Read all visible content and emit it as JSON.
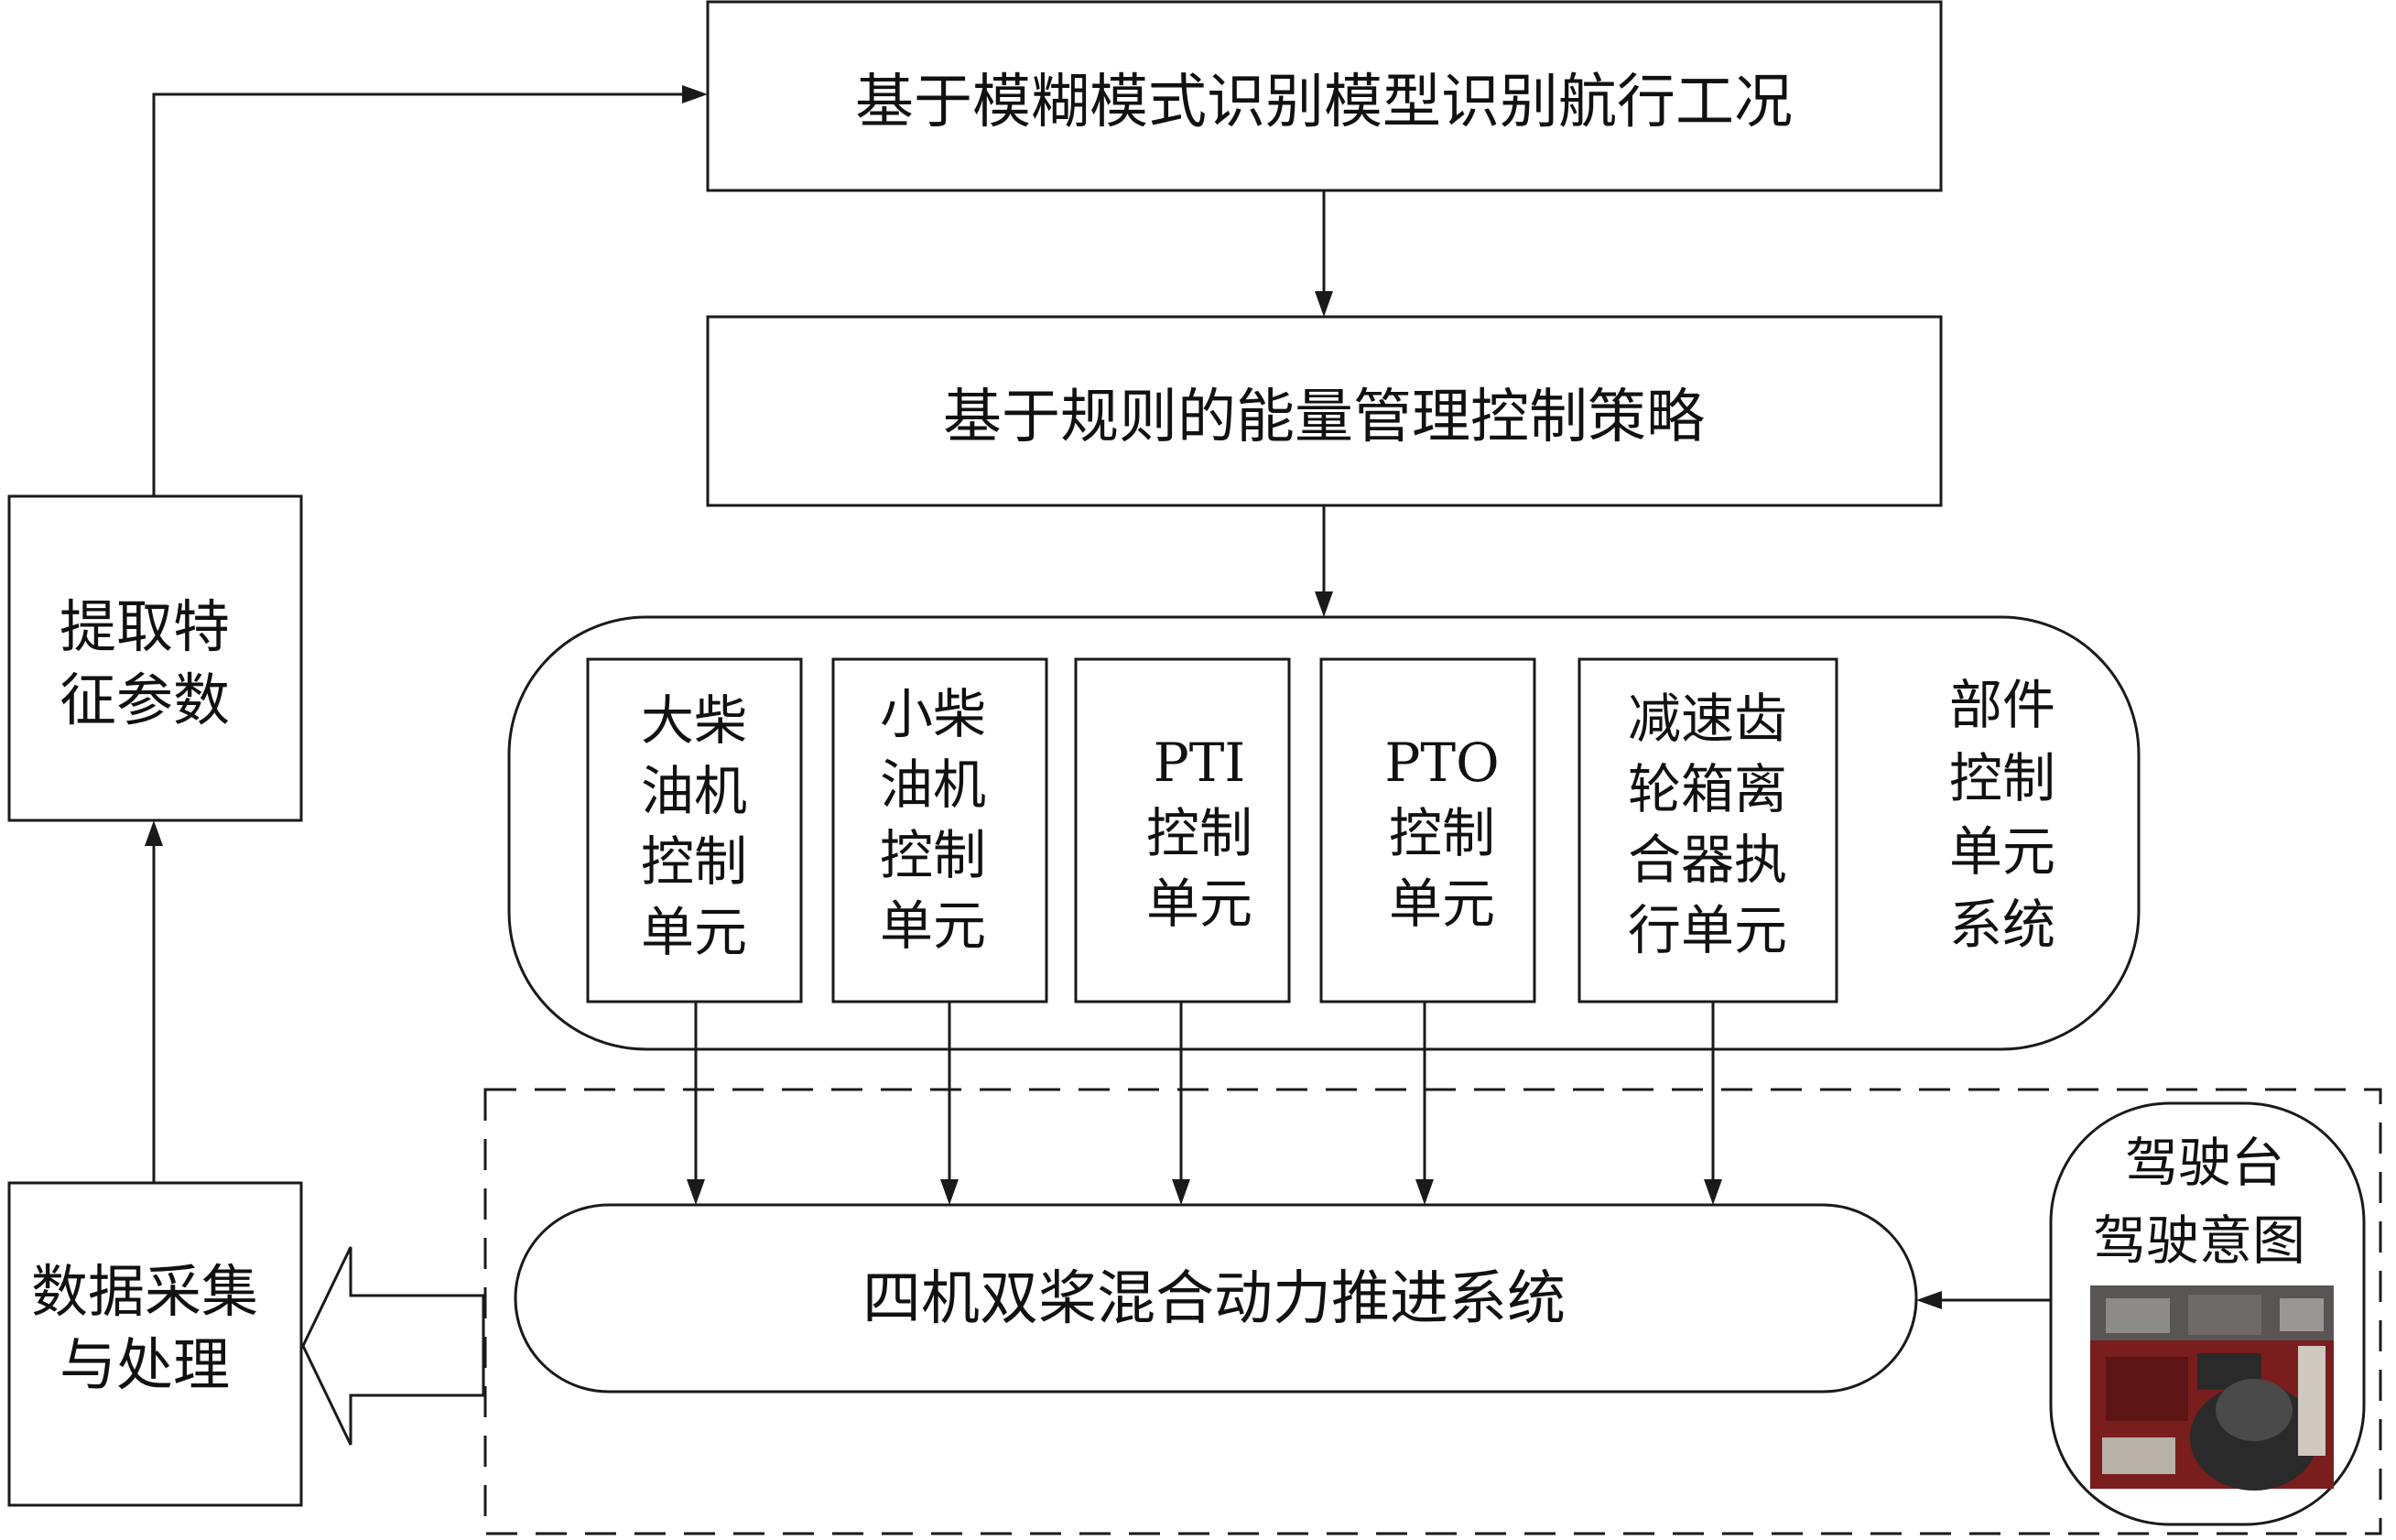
{
  "nodes": {
    "recognition": "基于模糊模式识别模型识别航行工况",
    "strategy": "基于规则的能量管理控制策略",
    "extract": [
      "提取特",
      "征参数"
    ],
    "acquisition": [
      "数据采集",
      "与处理"
    ],
    "component_system": [
      "部件",
      "控制",
      "单元",
      "系统"
    ],
    "unit_big_diesel": [
      "大柴",
      "油机",
      "控制",
      "单元"
    ],
    "unit_small_diesel": [
      "小柴",
      "油机",
      "控制",
      "单元"
    ],
    "unit_pti": [
      "PTI",
      "控制",
      "单元"
    ],
    "unit_pto": [
      "PTO",
      "控制",
      "单元"
    ],
    "unit_gearbox": [
      "减速齿",
      "轮箱离",
      "合器执",
      "行单元"
    ],
    "propulsion": "四机双桨混合动力推进系统",
    "bridge": [
      "驾驶台",
      "驾驶意图"
    ]
  },
  "colors": {
    "stroke": "#1a1a1a",
    "photo_red": "#7a1d1d",
    "photo_dark": "#2a2a2a"
  }
}
